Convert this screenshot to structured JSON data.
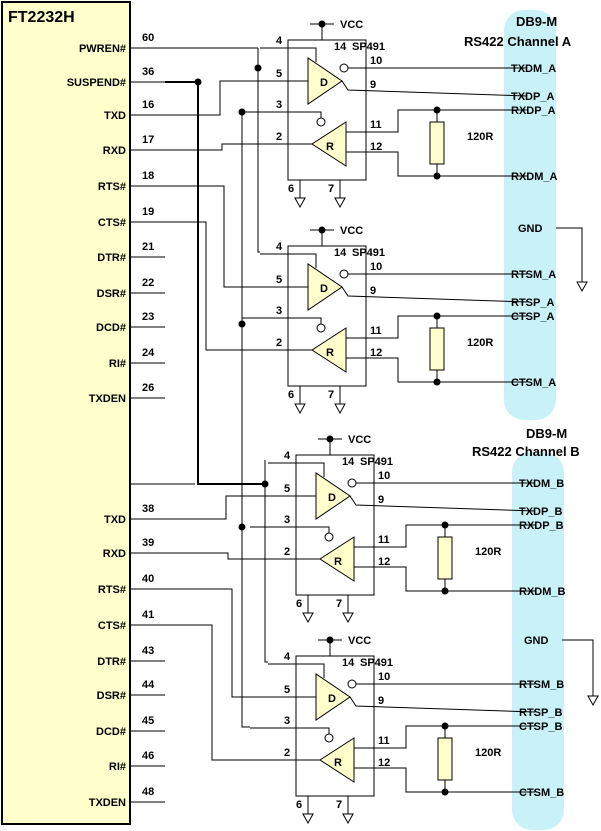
{
  "chip": {
    "title": "FT2232H",
    "pins_top": [
      {
        "name": "PWREN#",
        "num": "60"
      },
      {
        "name": "SUSPEND#",
        "num": "36"
      },
      {
        "name": "TXD",
        "num": "16"
      },
      {
        "name": "RXD",
        "num": "17"
      },
      {
        "name": "RTS#",
        "num": "18"
      },
      {
        "name": "CTS#",
        "num": "19"
      },
      {
        "name": "DTR#",
        "num": "21"
      },
      {
        "name": "DSR#",
        "num": "22"
      },
      {
        "name": "DCD#",
        "num": "23"
      },
      {
        "name": "RI#",
        "num": "24"
      },
      {
        "name": "TXDEN",
        "num": "26"
      }
    ],
    "pins_bottom": [
      {
        "name": "TXD",
        "num": "38"
      },
      {
        "name": "RXD",
        "num": "39"
      },
      {
        "name": "RTS#",
        "num": "40"
      },
      {
        "name": "CTS#",
        "num": "41"
      },
      {
        "name": "DTR#",
        "num": "43"
      },
      {
        "name": "DSR#",
        "num": "44"
      },
      {
        "name": "DCD#",
        "num": "45"
      },
      {
        "name": "RI#",
        "num": "46"
      },
      {
        "name": "TXDEN",
        "num": "48"
      }
    ]
  },
  "transceiver": {
    "vcc": "VCC",
    "part": "SP491",
    "pin_vcc": "14",
    "pin_en_d": "4",
    "pin_di": "5",
    "pin_en_r": "3",
    "pin_ro": "2",
    "pin_z": "10",
    "pin_y": "9",
    "pin_a": "11",
    "pin_b": "12",
    "pin_gnd1": "6",
    "pin_gnd2": "7",
    "driver": "D",
    "receiver": "R"
  },
  "resistor": "120R",
  "channel_a": {
    "connector": "DB9-M",
    "title": "RS422 Channel A",
    "signals_u1": [
      "TXDM_A",
      "TXDP_A",
      "RXDP_A",
      "RXDM_A"
    ],
    "signals_u2": [
      "RTSM_A",
      "RTSP_A",
      "CTSP_A",
      "CTSM_A"
    ],
    "gnd": "GND"
  },
  "channel_b": {
    "connector": "DB9-M",
    "title": "RS422 Channel B",
    "signals_u1": [
      "TXDM_B",
      "TXDP_B",
      "RXDP_B",
      "RXDM_B"
    ],
    "signals_u2": [
      "RTSM_B",
      "RTSP_B",
      "CTSP_B",
      "CTSM_B"
    ],
    "gnd": "GND"
  }
}
